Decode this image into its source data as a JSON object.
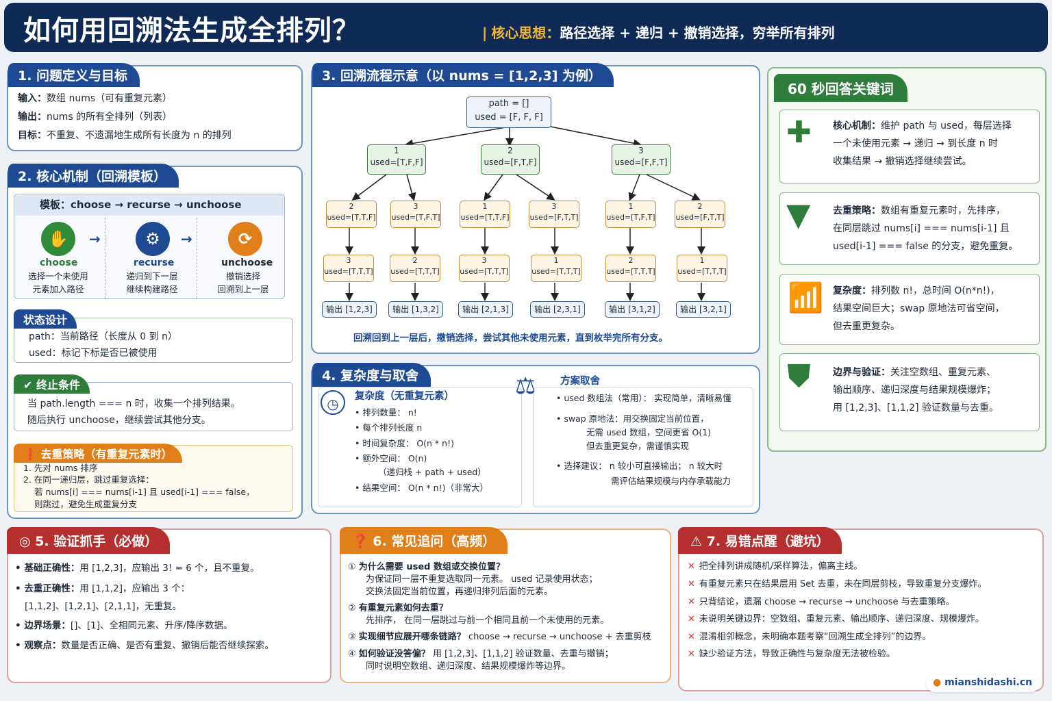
{
  "header": {
    "title": "如何用回溯法生成全排列？",
    "sub_key": "核心思想：",
    "sub_rest": "路径选择 + 递归 + 撤销选择，穷举所有排列"
  },
  "s1": {
    "title": "1. 问题定义与目标",
    "lines": [
      {
        "k": "输入：",
        "v": "数组 nums（可有重复元素）"
      },
      {
        "k": "输出：",
        "v": "nums 的所有全排列（列表）"
      },
      {
        "k": "目标：",
        "v": "不重复、不遗漏地生成所有长度为 n 的排列"
      }
    ]
  },
  "s2": {
    "title": "2. 核心机制（回溯模板）",
    "template": "模板：choose → recurse → unchoose",
    "steps": [
      {
        "name": "choose",
        "d1": "选择一个未使用",
        "d2": "元素加入路径"
      },
      {
        "name": "recurse",
        "d1": "递归到下一层",
        "d2": "继续构建路径"
      },
      {
        "name": "unchoose",
        "d1": "撤销选择",
        "d2": "回溯到上一层"
      }
    ],
    "state_title": "状态设计",
    "state_lines": [
      "path：当前路径（长度从 0 到 n）",
      "used：标记下标是否已被使用"
    ],
    "term_title": "终止条件",
    "term_lines": [
      "当 path.length === n 时，收集一个排列结果。",
      "随后执行 unchoose，继续尝试其他分支。"
    ],
    "dedup_title": "去重策略（有重复元素时）",
    "dedup_lines": [
      "1. 先对 nums 排序",
      "2. 在同一递归层，跳过重复选择：",
      "若 nums[i] === nums[i-1] 且 used[i-1] === false，",
      "则跳过，避免生成重复分支"
    ]
  },
  "s3": {
    "title": "3. 回溯流程示意（以 nums = [1,2,3] 为例）",
    "root1": "path = []",
    "root2": "used = [F, F, F]",
    "level1": [
      {
        "v": "1",
        "u": "used=[T,F,F]"
      },
      {
        "v": "2",
        "u": "used=[F,T,F]"
      },
      {
        "v": "3",
        "u": "used=[F,F,T]"
      }
    ],
    "level2": [
      {
        "v": "2",
        "u": "used=[T,T,F]"
      },
      {
        "v": "3",
        "u": "used=[T,F,T]"
      },
      {
        "v": "1",
        "u": "used=[T,T,F]"
      },
      {
        "v": "3",
        "u": "used=[F,T,T]"
      },
      {
        "v": "1",
        "u": "used=[T,F,T]"
      },
      {
        "v": "2",
        "u": "used=[F,T,T]"
      }
    ],
    "level3": [
      {
        "v": "3",
        "u": "used=[T,T,T]"
      },
      {
        "v": "2",
        "u": "used=[T,T,T]"
      },
      {
        "v": "3",
        "u": "used=[T,T,T]"
      },
      {
        "v": "1",
        "u": "used=[T,T,T]"
      },
      {
        "v": "2",
        "u": "used=[T,T,T]"
      },
      {
        "v": "1",
        "u": "used=[T,T,T]"
      }
    ],
    "outputs": [
      "输出 [1,2,3]",
      "输出 [1,3,2]",
      "输出 [2,1,3]",
      "输出 [2,3,1]",
      "输出 [3,1,2]",
      "输出 [3,2,1]"
    ],
    "caption": "回溯回到上一层后，撤销选择，尝试其他未使用元素，直到枚举完所有分支。"
  },
  "s4": {
    "title": "4. 复杂度与取舍",
    "cx_title": "复杂度（无重复元素）",
    "cx_lines": [
      "• 排列数量： n!",
      "• 每个排列长度 n",
      "• 时间复杂度： O(n * n!)",
      "• 额外空间： O(n)",
      "（递归栈 + path + used）",
      "• 结果空间： O(n * n!)（非常大）"
    ],
    "tr_title": "方案取舍",
    "tr_lines": [
      "• used 数组法（常用）： 实现简单，清晰易懂",
      "• swap 原地法：用交换固定当前位置，",
      "无需 used 数组，空间更省 O(1)",
      "但去重更复杂，需谨慎实现",
      "• 选择建议： n 较小可直接输出； n 较大时",
      "需评估结果规模与内存承载能力"
    ]
  },
  "kw": {
    "title": "60 秒回答关键词",
    "items": [
      {
        "k": "核心机制：",
        "l1": "维护 path 与 used，每层选择",
        "l2": "一个未使用元素 → 递归 → 到长度 n 时",
        "l3": "收集结果 → 撤销选择继续尝试。",
        "icon": "puzzle-icon"
      },
      {
        "k": "去重策略：",
        "l1": "数组有重复元素时，先排序，",
        "l2": "在同层跳过 nums[i] === nums[i-1] 且",
        "l3": "used[i-1] === false 的分支，避免重复。",
        "icon": "filter-icon"
      },
      {
        "k": "复杂度：",
        "l1": "排列数 n!，总时间 O(n*n!)，",
        "l2": "结果空间巨大；swap 原地法可省空间，",
        "l3": "但去重更复杂。",
        "icon": "chart-icon"
      },
      {
        "k": "边界与验证：",
        "l1": "关注空数组、重复元素、",
        "l2": "输出顺序、递归深度与结果规模爆炸；",
        "l3": "用 [1,2,3]、[1,1,2] 验证数量与去重。",
        "icon": "shield-icon"
      }
    ]
  },
  "s5": {
    "title": "5. 验证抓手（必做）",
    "lines": [
      {
        "k": "• 基础正确性：",
        "v": "用 [1,2,3]，应输出 3! = 6 个，且不重复。"
      },
      {
        "k": "• 去重正确性：",
        "v": "用 [1,1,2]，应输出 3 个："
      },
      {
        "k": "",
        "v": "[1,1,2]、[1,2,1]、[2,1,1]，无重复。"
      },
      {
        "k": "• 边界场景：",
        "v": "[]、[1]、全相同元素、升序/降序数据。"
      },
      {
        "k": "• 观察点：",
        "v": "数量是否正确、是否有重复、撤销后能否继续探索。"
      }
    ]
  },
  "s6": {
    "title": "6. 常见追问（高频）",
    "items": [
      {
        "n": "①",
        "q": "为什么需要 used 数组或交换位置？",
        "a1": "为保证同一层不重复选取同一元素。 used 记录使用状态；",
        "a2": "交换法固定当前位置，再递归排列后面的元素。"
      },
      {
        "n": "②",
        "q": "有重复元素如何去重？",
        "a1": "先排序， 在同一层跳过与前一个相同且前一个未使用的元素。",
        "a2": ""
      },
      {
        "n": "③",
        "q": "实现细节应展开哪条链路？",
        "a1": "choose → recurse → unchoose + 去重剪枝",
        "a2": ""
      },
      {
        "n": "④",
        "q": "如何验证没答偏？",
        "a1": "用 [1,2,3]、[1,1,2] 验证数量、去重与撤销；",
        "a2": "同时说明空数组、递归深度、结果规模爆炸等边界。"
      }
    ]
  },
  "s7": {
    "title": "7. 易错点醒（避坑）",
    "lines": [
      "把全排列讲成随机/采样算法，偏离主线。",
      "有重复元素只在结果层用 Set 去重，未在同层剪枝，导致重复分支爆炸。",
      "只背结论，遗漏 choose → recurse → unchoose 与去重策略。",
      "未说明关键边界：空数组、重复元素、输出顺序、递归深度、规模爆炸。",
      "混淆相邻概念，未明确本题考察“回溯生成全排列”的边界。",
      "缺少验证方法，导致正确性与复杂度无法被检验。"
    ]
  },
  "footer": "mianshidashi.cn"
}
